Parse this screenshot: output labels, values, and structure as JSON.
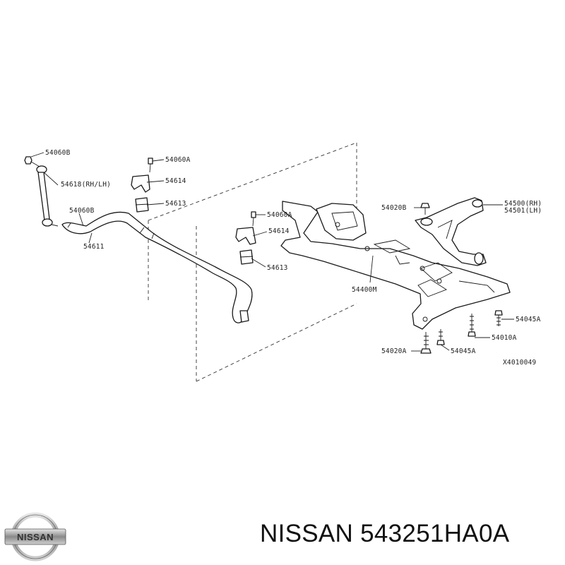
{
  "labels": {
    "p54060B_top": "54060B",
    "p54618": "54618(RH/LH)",
    "p54060B_mid": "54060B",
    "p54611": "54611",
    "p54060A_top": "54060A",
    "p54614_top": "54614",
    "p54613_top": "54613",
    "p54060A_mid": "54060A",
    "p54614_mid": "54614",
    "p54613_mid": "54613",
    "p54400M": "54400M",
    "p54020B": "54020B",
    "p54500": "54500(RH)",
    "p54501": "54501(LH)",
    "p54045A_right": "54045A",
    "p54010A": "54010A",
    "p54020A": "54020A",
    "p54045A_bottom": "54045A",
    "ref": "X4010049"
  },
  "logo_text": "NISSAN",
  "caption": "NISSAN 543251HA0A"
}
